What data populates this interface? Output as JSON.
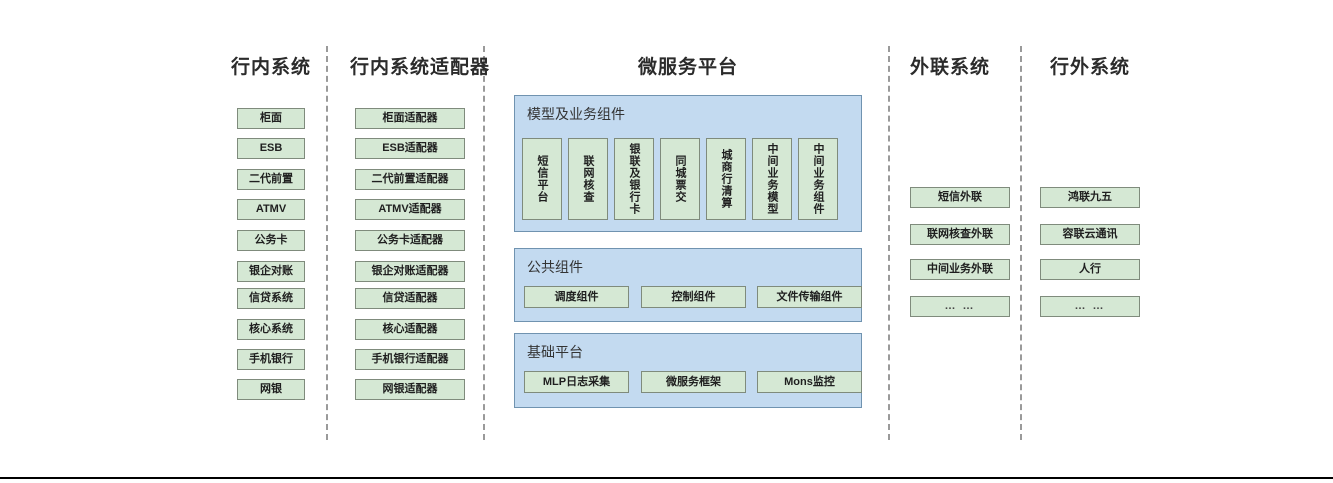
{
  "diagram": {
    "columns": [
      {
        "id": "inbank",
        "title": "行内系统",
        "nodes": [
          "柜面",
          "ESB",
          "二代前置",
          "ATMV",
          "公务卡",
          "银企对账",
          "信贷系统",
          "核心系统",
          "手机银行",
          "网银"
        ]
      },
      {
        "id": "inbank-adapter",
        "title": "行内系统适配器",
        "nodes": [
          "柜面适配器",
          "ESB适配器",
          "二代前置适配器",
          "ATMV适配器",
          "公务卡适配器",
          "银企对账适配器",
          "信贷适配器",
          "核心适配器",
          "手机银行适配器",
          "网银适配器"
        ]
      },
      {
        "id": "microservice",
        "title": "微服务平台",
        "panels": [
          {
            "id": "model-business",
            "title": "模型及业务组件",
            "orientation": "vertical",
            "nodes": [
              "短信平台",
              "联网核查",
              "银联及银行卡",
              "同城票交",
              "城商行清算",
              "中间业务模型",
              "中间业务组件"
            ]
          },
          {
            "id": "public-components",
            "title": "公共组件",
            "orientation": "horizontal",
            "nodes": [
              "调度组件",
              "控制组件",
              "文件传输组件"
            ]
          },
          {
            "id": "base-platform",
            "title": "基础平台",
            "orientation": "horizontal",
            "nodes": [
              "MLP日志采集",
              "微服务框架",
              "Mons监控"
            ]
          }
        ]
      },
      {
        "id": "external-link",
        "title": "外联系统",
        "nodes": [
          "短信外联",
          "联网核查外联",
          "中间业务外联",
          "… …"
        ]
      },
      {
        "id": "outbank",
        "title": "行外系统",
        "nodes": [
          "鸿联九五",
          "容联云通讯",
          "人行",
          "… …"
        ]
      }
    ],
    "colors": {
      "node_fill": "#d5e8d4",
      "node_border": "#7f8b7c",
      "panel_fill": "#c3daf0",
      "panel_border": "#7093b0",
      "divider": "#9a9a9a",
      "title_text": "#2b2b2b"
    }
  }
}
